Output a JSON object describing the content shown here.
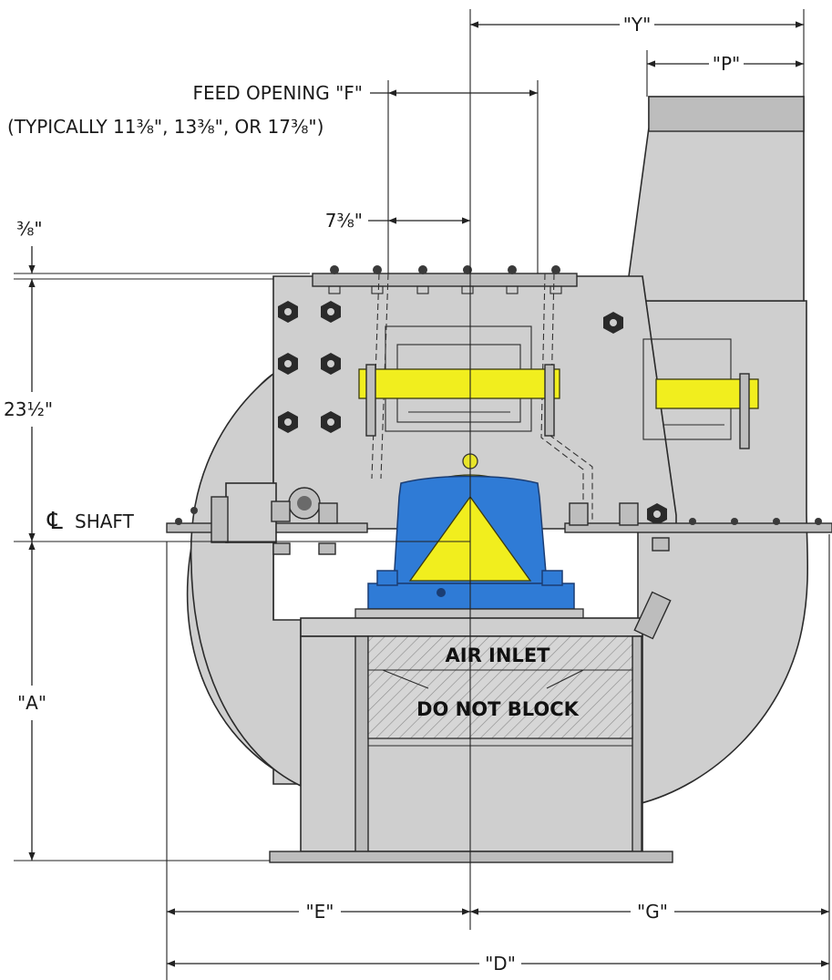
{
  "labels": {
    "y": "\"Y\"",
    "p": "\"P\"",
    "feed_opening": "FEED OPENING \"F\"",
    "feed_typical": "(TYPICALLY 11⅜\", 13⅜\", OR 17⅜\")",
    "seven_three_eighths": "7⅜\"",
    "three_eighths": "⅜\"",
    "twenty_three_half": "23½\"",
    "cl_symbol": "℄",
    "shaft": "SHAFT",
    "a": "\"A\"",
    "e": "\"E\"",
    "g": "\"G\"",
    "d": "\"D\"",
    "air_inlet": "AIR INLET",
    "do_not_block": "DO NOT BLOCK"
  },
  "colors": {
    "steel": "#cfcfcf",
    "bearing_blue": "#2f7bd6",
    "guard_yellow": "#f1ee1e",
    "line": "#222222"
  }
}
